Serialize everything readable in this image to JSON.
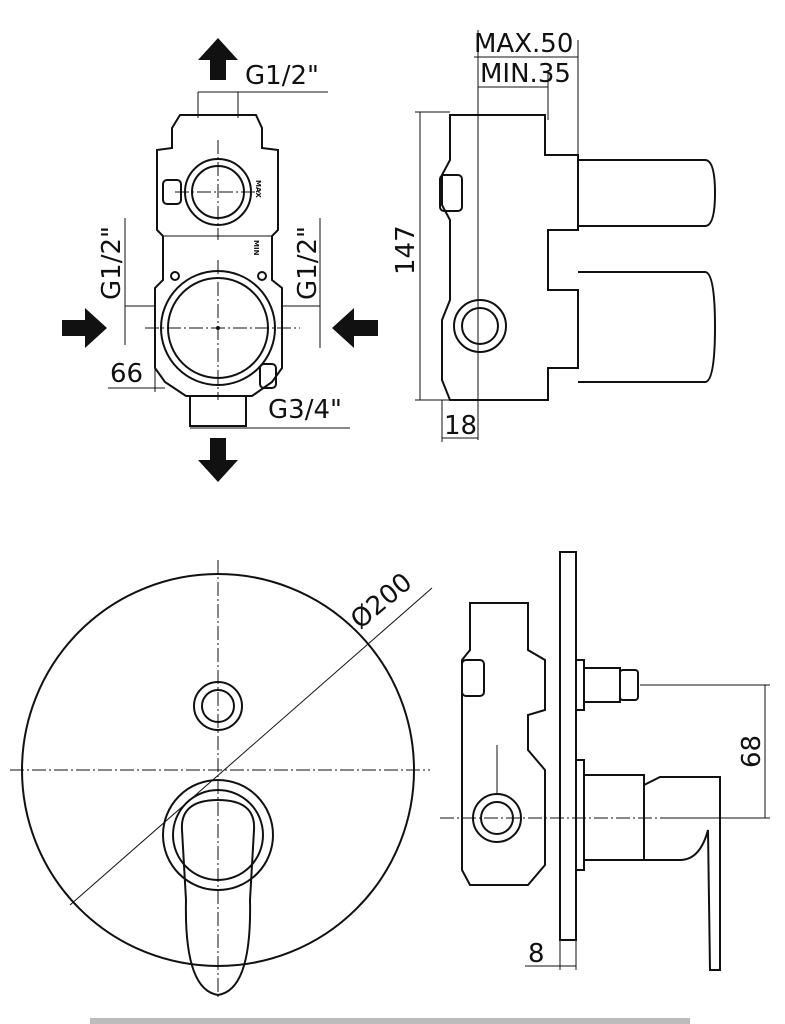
{
  "front_view": {
    "outlet_top": "G1/2\"",
    "inlet_left": "G1/2\"",
    "inlet_right": "G1/2\"",
    "spacing": "66",
    "outlet_bottom": "G3/4\"",
    "mark_max": "MAX",
    "mark_min": "MIN"
  },
  "side_view": {
    "max_depth": "MAX.50",
    "min_depth": "MIN.35",
    "height": "147",
    "wall_depth": "18"
  },
  "plate_front": {
    "diameter": "Ø200"
  },
  "plate_side": {
    "knob_offset": "68",
    "plate_thickness": "8"
  }
}
